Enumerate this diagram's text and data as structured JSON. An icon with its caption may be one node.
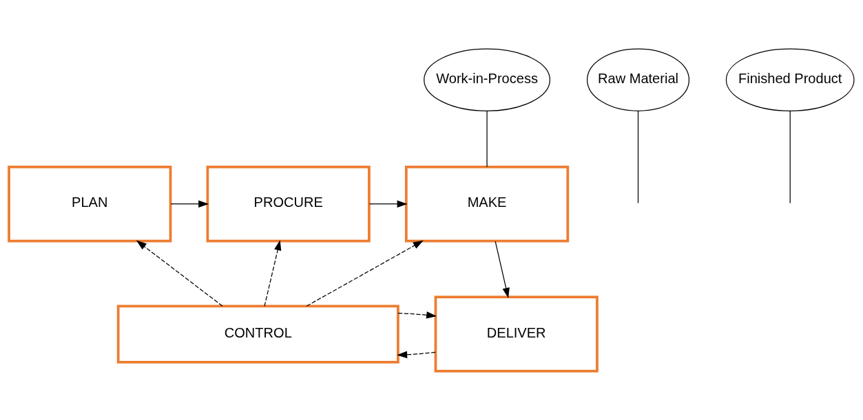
{
  "diagram": {
    "nodes": [
      {
        "text": [
          "PLAN"
        ]
      },
      {
        "text": [
          "PROCURE"
        ]
      },
      {
        "text": [
          "MAKE"
        ]
      },
      {
        "text": [
          "CONTROL"
        ]
      },
      {
        "text": [
          "DELIVER"
        ]
      },
      {
        "text": [
          "Raw Material"
        ]
      },
      {
        "text": [
          "Work-in-Process"
        ]
      },
      {
        "text": [
          "Finished Product"
        ]
      }
    ],
    "edges": [
      {
        "from": 0,
        "to": 1,
        "arrow": "to"
      },
      {
        "from": 1,
        "to": 2,
        "arrow": "to"
      },
      {
        "from": 2,
        "to": 4,
        "arrow": "to"
      },
      {
        "from": 4,
        "to": 3,
        "arrow": "to",
        "style": "dashed"
      },
      {
        "from": 3,
        "to": 0,
        "arrow": "to",
        "style": "dashed"
      },
      {
        "from": 3,
        "to": 1,
        "arrow": "to",
        "style": "dashed"
      },
      {
        "from": 3,
        "to": 2,
        "arrow": "to",
        "style": "dashed"
      },
      {
        "from": 3,
        "to": 4,
        "arrow": "to",
        "style": "dashed"
      },
      {
        "from": 5,
        "to": null,
        "arrow": "none"
      },
      {
        "from": 6,
        "to": 2,
        "arrow": "none"
      },
      {
        "from": 7,
        "to": null,
        "arrow": "none"
      }
    ]
  }
}
